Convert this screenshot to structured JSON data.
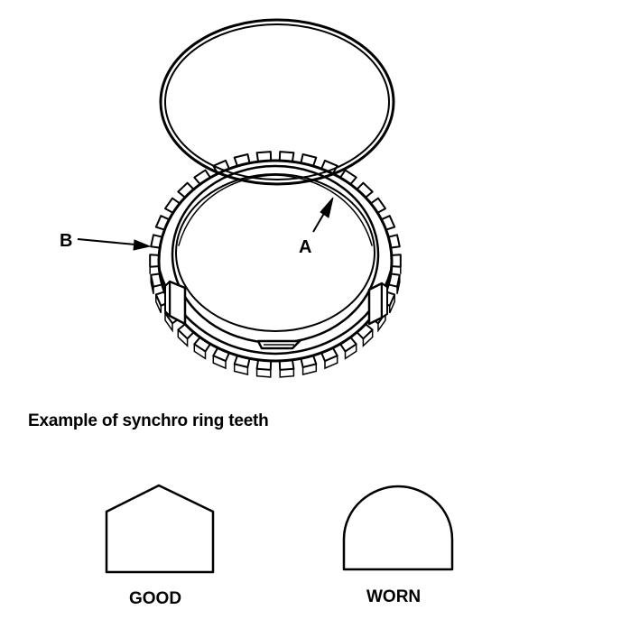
{
  "callouts": {
    "a": "A",
    "b": "B"
  },
  "section": {
    "title": "Example of synchro ring teeth"
  },
  "teeth": {
    "good": "GOOD",
    "worn": "WORN"
  },
  "colors": {
    "line": "#000000",
    "background": "#ffffff",
    "light_shade": "#f2f2f2"
  }
}
